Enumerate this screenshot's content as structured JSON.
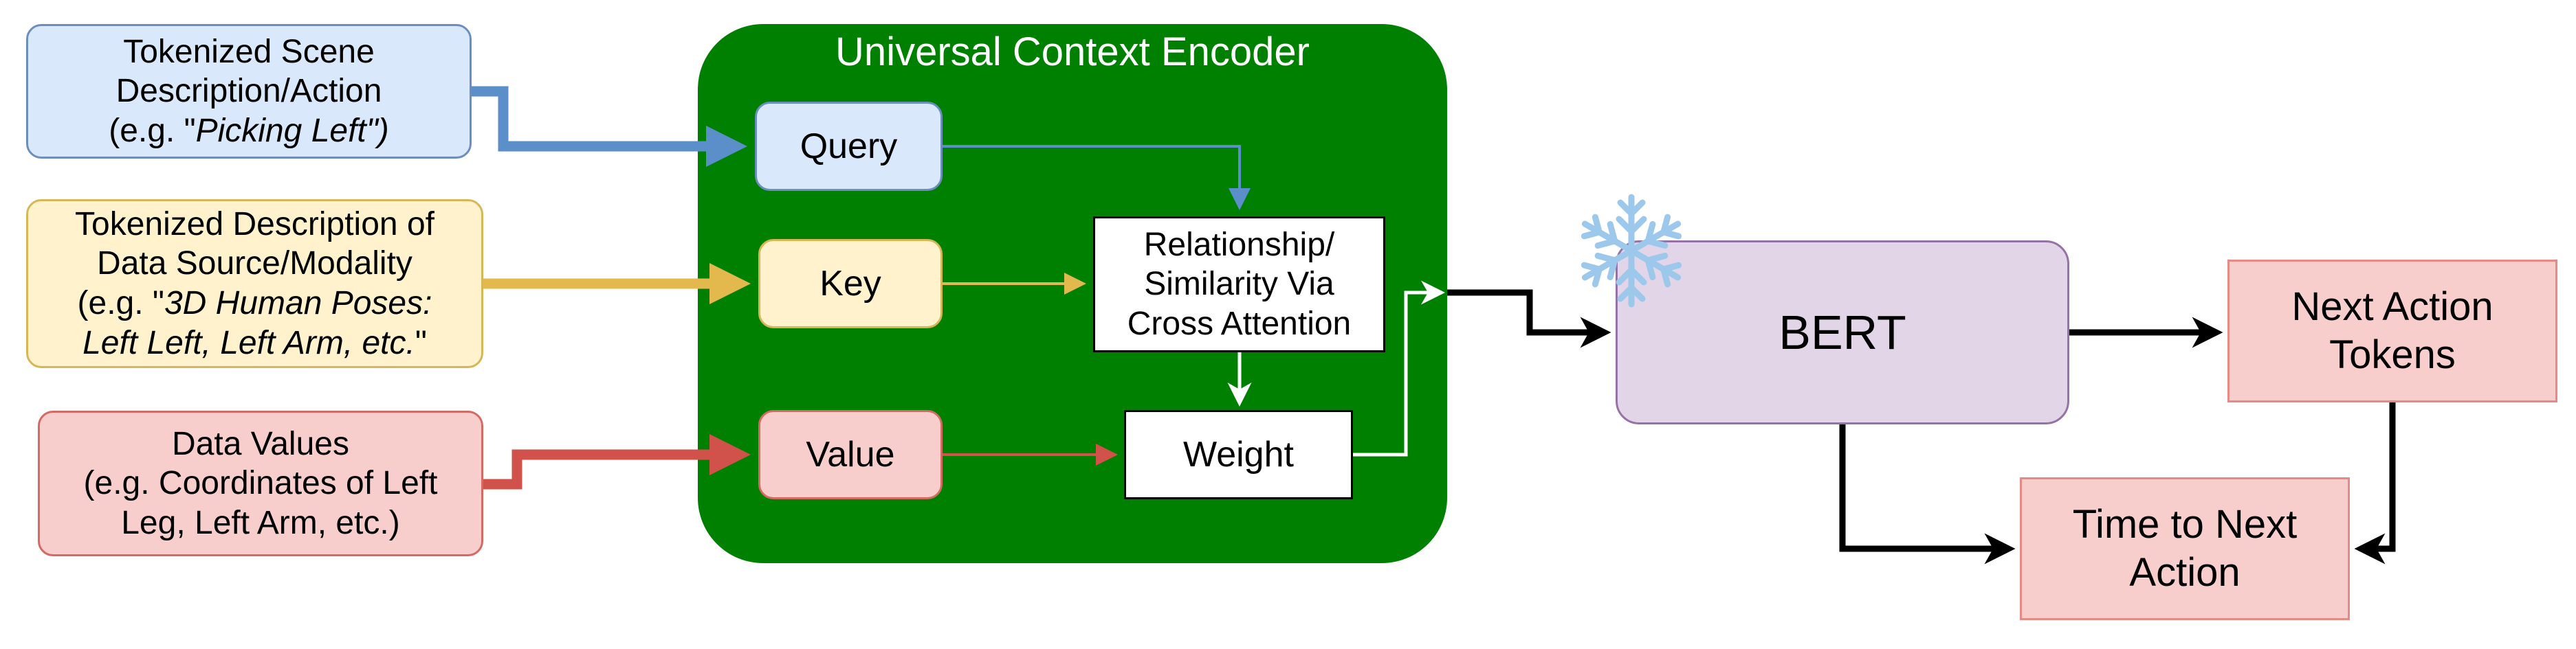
{
  "inputs": {
    "scene": {
      "line1": "Tokenized Scene",
      "line2": "Description/Action",
      "line3_prefix": "(e.g. \"",
      "line3_italic": "Picking Left\")"
    },
    "source": {
      "line1": "Tokenized Description of",
      "line2": "Data Source/Modality",
      "line3_prefix": "(e.g. \"",
      "line3_italic": "3D Human Poses:",
      "line4_italic": "Left Left, Left Arm, etc.",
      "line4_suffix": "\""
    },
    "values": {
      "line1": "Data Values",
      "line2": "(e.g. Coordinates of Left",
      "line3": "Leg, Left Arm, etc.)"
    }
  },
  "encoder": {
    "title": "Universal Context Encoder",
    "query": "Query",
    "key": "Key",
    "value": "Value",
    "attention": {
      "line1": "Relationship/",
      "line2": "Similarity Via",
      "line3": "Cross Attention"
    },
    "weight": "Weight"
  },
  "bert": {
    "label": "BERT",
    "frozen_icon": "snowflake-icon"
  },
  "outputs": {
    "next_action": {
      "line1": "Next Action",
      "line2": "Tokens"
    },
    "time": {
      "line1": "Time to Next",
      "line2": "Action"
    }
  },
  "colors": {
    "blue_fill": "#dae8fc",
    "blue_stroke": "#6c8ebf",
    "blue_arrow": "#5b8fc9",
    "yellow_fill": "#fff2cc",
    "yellow_stroke": "#d6b656",
    "yellow_arrow": "#e3b94e",
    "red_fill": "#f8cecc",
    "red_stroke": "#d46a64",
    "red_arrow": "#d0524b",
    "green": "#008000",
    "purple_fill": "#e1d5e7",
    "purple_stroke": "#9673a6",
    "snowflake": "#9cc8ec"
  }
}
